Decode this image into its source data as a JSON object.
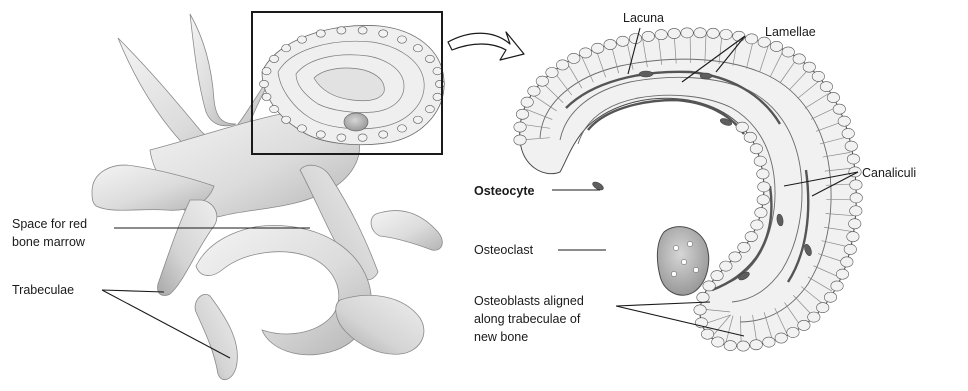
{
  "labels": {
    "lacuna": "Lacuna",
    "lamellae": "Lamellae",
    "canaliculi": "Canaliculi",
    "osteocyte": "Osteocyte",
    "osteoclast": "Osteoclast",
    "osteoblasts_line1": "Osteoblasts aligned",
    "osteoblasts_line2": "along trabeculae of",
    "osteoblasts_line3": "new bone",
    "space_line1": "Space for red",
    "space_line2": "bone marrow",
    "trabeculae": "Trabeculae"
  },
  "colors": {
    "bone_fill": "#e4e4e4",
    "bone_shadow": "#b8b8b8",
    "cell_fill": "#f2f2f2",
    "outline": "#555555",
    "osteocyte": "#6a6a6a"
  }
}
